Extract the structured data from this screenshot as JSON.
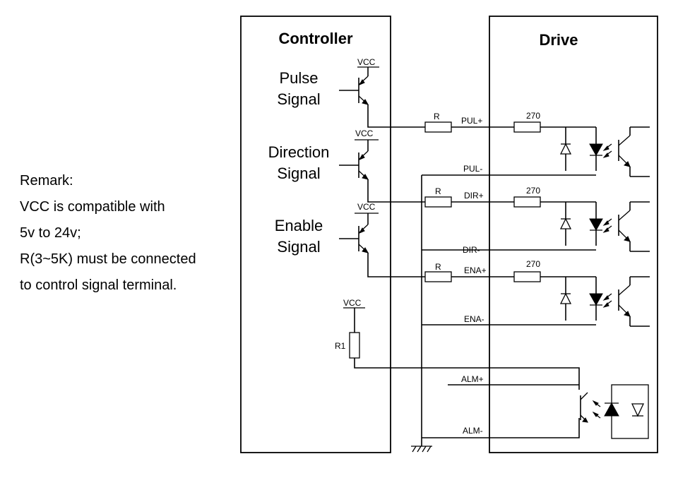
{
  "remark": {
    "lines": [
      "Remark:",
      "VCC is compatible with",
      "5v to 24v;",
      "R(3~5K) must be connected",
      "to control signal terminal."
    ]
  },
  "controller": {
    "title": "Controller",
    "pulse_signal": [
      "Pulse",
      "Signal"
    ],
    "direction_signal": [
      "Direction",
      "Signal"
    ],
    "enable_signal": [
      "Enable",
      "Signal"
    ],
    "vcc_label": "VCC",
    "r1_label": "R1"
  },
  "drive": {
    "title": "Drive",
    "terminals": {
      "pul_plus": "PUL+",
      "pul_minus": "PUL-",
      "dir_plus": "DIR+",
      "dir_minus": "DIR-",
      "ena_plus": "ENA+",
      "ena_minus": "ENA-",
      "alm_plus": "ALM+",
      "alm_minus": "ALM-"
    },
    "resistor_label": "R",
    "internal_resistor_value": "270"
  }
}
